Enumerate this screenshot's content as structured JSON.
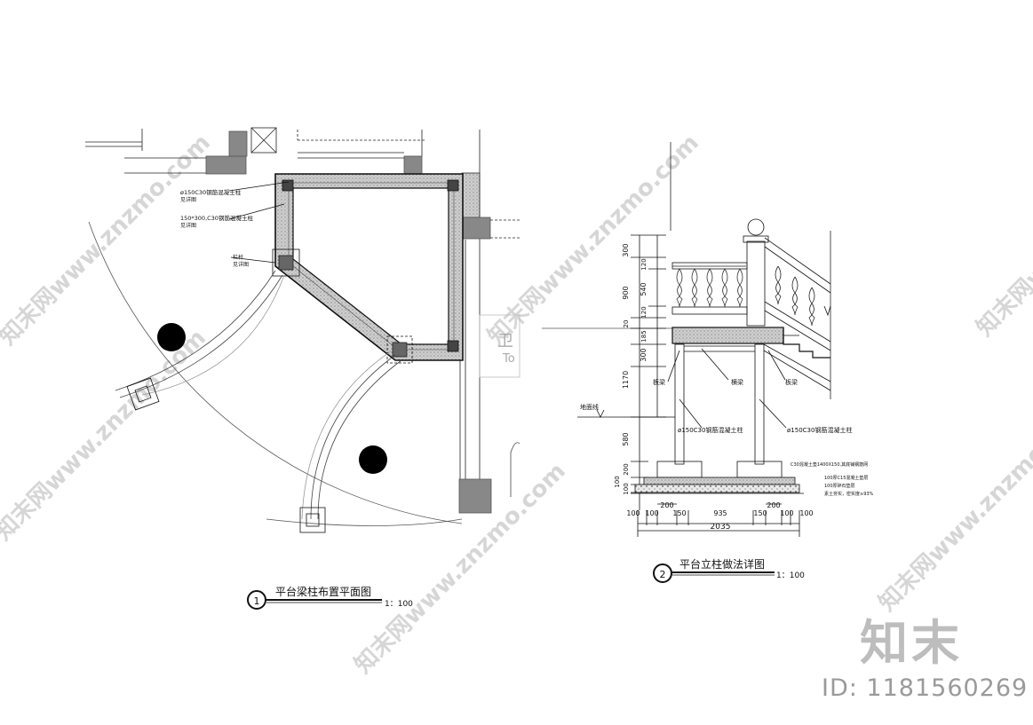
{
  "plan": {
    "title": "平台梁柱布置平面图",
    "number": "1",
    "scale": "1：100",
    "labels": {
      "column": "ø150C30钢筋混凝土柱",
      "column_sub": "见详图",
      "beam": "150*300,C30钢筋混凝土柱",
      "beam_sub": "见详图",
      "post": "栏杆",
      "post_sub": "见详图"
    },
    "room_text": "To"
  },
  "detail": {
    "title": "平台立柱做法详图",
    "number": "2",
    "scale": "1：100",
    "ground_label": "地面线",
    "labels": {
      "edge_beam_left": "板梁",
      "beam_mid": "横梁",
      "edge_beam_right": "板梁",
      "column_left": "ø150C30钢筋混凝土柱",
      "column_right": "ø150C30钢筋混凝土柱",
      "layer1": "C30混凝土垫1400X150,其底铺钢筋网",
      "layer2": "100厚C15混凝土垫层",
      "layer3": "100厚碎石垫层",
      "layer4": "素土夯实，密实度≥93%"
    },
    "dims_left": [
      "300",
      "900",
      "540",
      "120",
      "120",
      "20",
      "185",
      "300",
      "1170",
      "580",
      "200",
      "100",
      "100"
    ],
    "dims_bottom": [
      "100",
      "100",
      "200",
      "150",
      "935",
      "150",
      "200",
      "100",
      "100"
    ],
    "dim_total": "2035"
  },
  "watermark": {
    "text": "知末网www.znzmo.com",
    "brand": "知末",
    "id": "ID: 1181560269"
  }
}
